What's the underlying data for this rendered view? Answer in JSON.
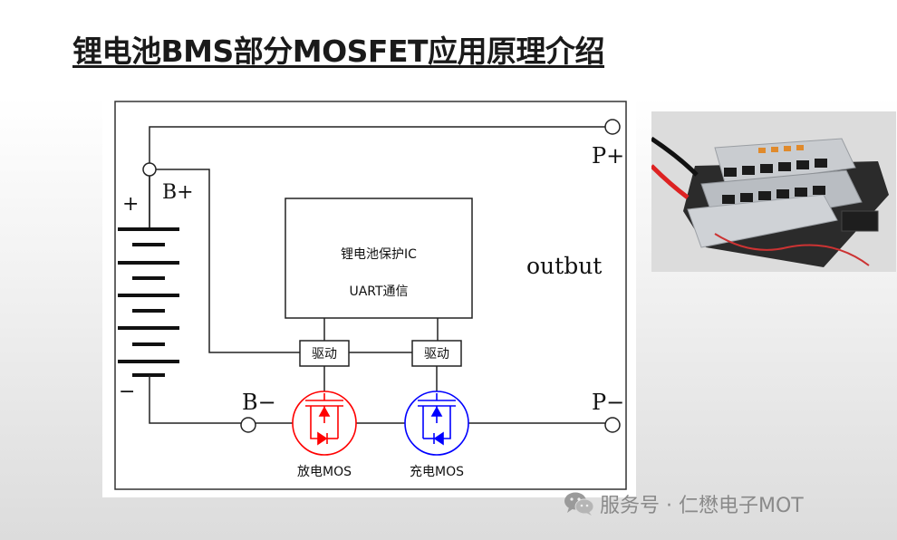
{
  "page": {
    "title": "锂电池BMS部分MOSFET应用原理介绍"
  },
  "diagram": {
    "terminals": {
      "p_plus": "P+",
      "p_minus": "P−",
      "b_plus": "B+",
      "b_minus": "B−"
    },
    "battery": {
      "plus_sign": "+",
      "minus_sign": "−"
    },
    "ic_box": {
      "line1": "锂电池保护IC",
      "line2": "UART通信"
    },
    "driver_label": "驱动",
    "output_label": "outbut",
    "mosfets": [
      {
        "label": "放电MOS",
        "color": "#ff0000"
      },
      {
        "label": "充电MOS",
        "color": "#0000ff"
      }
    ]
  },
  "watermark": {
    "icon": "wechat-icon",
    "text": "服务号 · 仁懋电子MOT"
  }
}
